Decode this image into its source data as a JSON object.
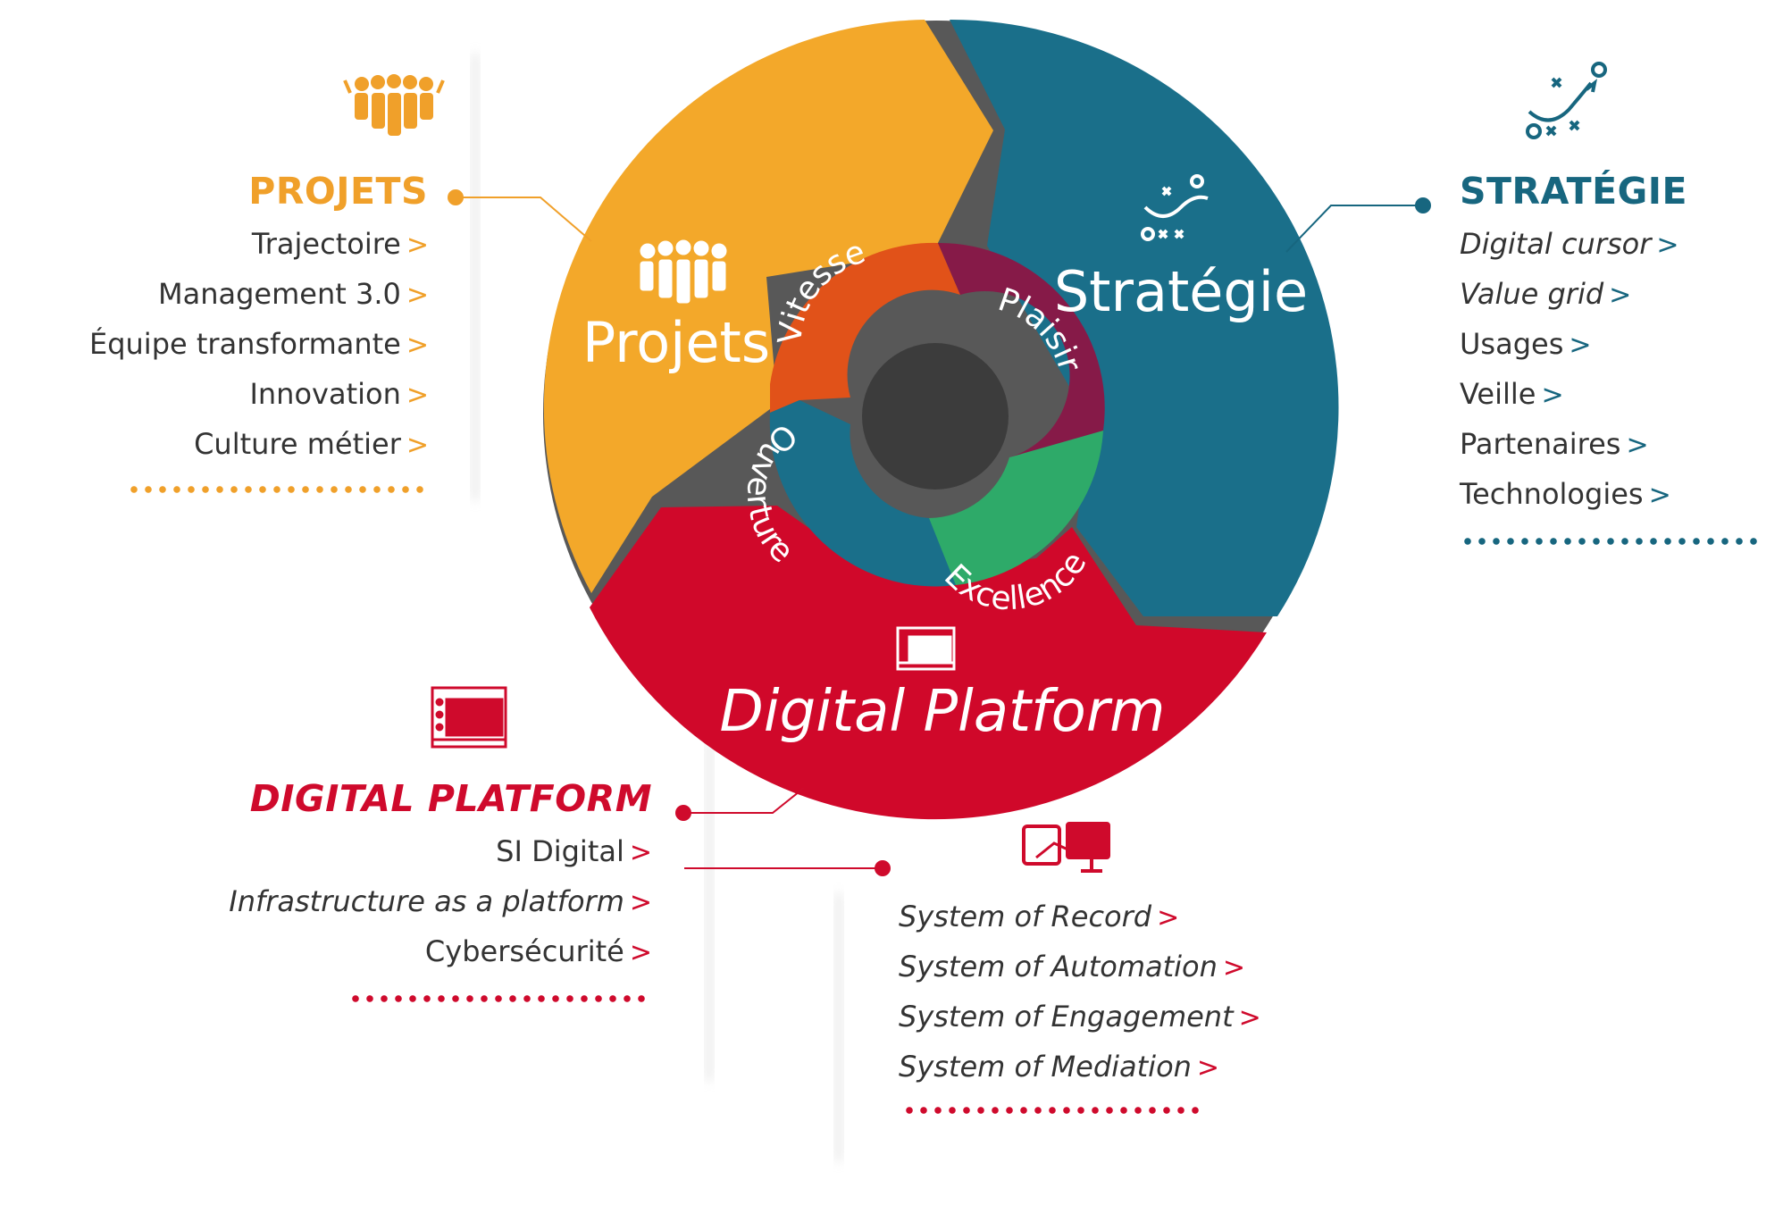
{
  "wheel": {
    "sectors": [
      {
        "id": "projets",
        "label": "Projets",
        "color": "#f3a82a"
      },
      {
        "id": "strategie",
        "label": "Stratégie",
        "color": "#1a6f8a"
      },
      {
        "id": "digital",
        "label": "Digital Platform",
        "color": "#d0082a"
      }
    ],
    "inner": [
      {
        "id": "vitesse",
        "label": "Vitesse",
        "color": "#e15219"
      },
      {
        "id": "plaisir",
        "label": "Plaisir",
        "color": "#861a48"
      },
      {
        "id": "excellence",
        "label": "Excellence",
        "color": "#2eaa69"
      },
      {
        "id": "ouverture",
        "label": "Ouverture",
        "color": "#1a6f8a"
      }
    ],
    "hub_color": "#3c3c3c"
  },
  "panels": {
    "projets": {
      "title": "PROJETS",
      "color": "#f0a02a",
      "icon": "team-icon",
      "items": [
        {
          "label": "Trajectoire",
          "arrow": ">"
        },
        {
          "label": "Management 3.0",
          "arrow": ">"
        },
        {
          "label": "Équipe transformante",
          "arrow": ">"
        },
        {
          "label": "Innovation",
          "arrow": ">"
        },
        {
          "label": "Culture métier",
          "arrow": ">"
        }
      ]
    },
    "strategie": {
      "title": "STRATÉGIE",
      "color": "#17667f",
      "icon": "strategy-playbook-icon",
      "items": [
        {
          "label": "Digital cursor",
          "arrow": ">"
        },
        {
          "label": "Value grid",
          "arrow": ">"
        },
        {
          "label": "Usages",
          "arrow": ">"
        },
        {
          "label": "Veille",
          "arrow": ">"
        },
        {
          "label": "Partenaires",
          "arrow": ">"
        },
        {
          "label": "Technologies",
          "arrow": ">"
        }
      ]
    },
    "digital": {
      "title": "DIGITAL PLATFORM",
      "color": "#cf0a2c",
      "icon": "browser-window-icon",
      "items": [
        {
          "label": "SI Digital",
          "arrow": ">"
        },
        {
          "label": "Infrastructure as a platform",
          "arrow": ">"
        },
        {
          "label": "Cybersécurité",
          "arrow": ">"
        }
      ]
    },
    "systems": {
      "icon": "device-sync-icon",
      "items": [
        {
          "label": "System of Record",
          "arrow": ">"
        },
        {
          "label": "System of Automation",
          "arrow": ">"
        },
        {
          "label": "System of Engagement",
          "arrow": ">"
        },
        {
          "label": "System of Mediation",
          "arrow": ">"
        }
      ]
    }
  }
}
